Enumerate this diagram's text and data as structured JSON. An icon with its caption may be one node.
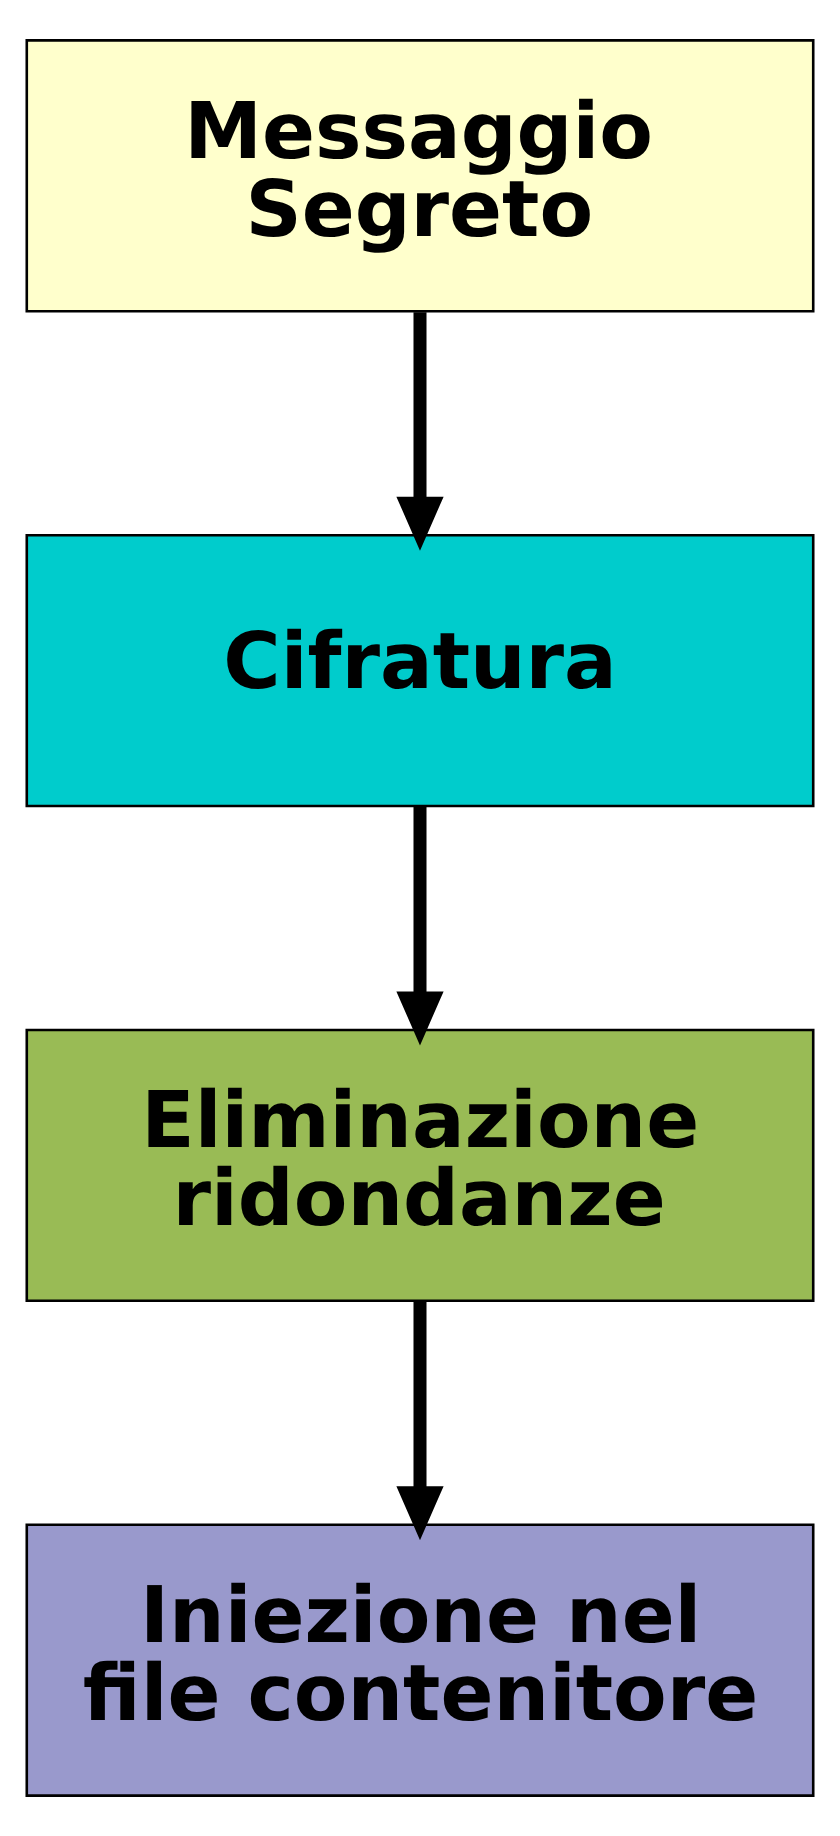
{
  "diagram": {
    "nodes": [
      {
        "text": [
          "Messaggio Segreto"
        ]
      },
      {
        "text": [
          "Cifratura"
        ]
      },
      {
        "text": [
          "Eliminazione ridondanze"
        ]
      },
      {
        "text": [
          "Iniezione nel file contenitore"
        ]
      }
    ],
    "edges": [
      {
        "from": 0,
        "to": 1,
        "arrow": "to"
      },
      {
        "from": 1,
        "to": 2,
        "arrow": "to"
      },
      {
        "from": 2,
        "to": 3,
        "arrow": "to"
      }
    ]
  }
}
